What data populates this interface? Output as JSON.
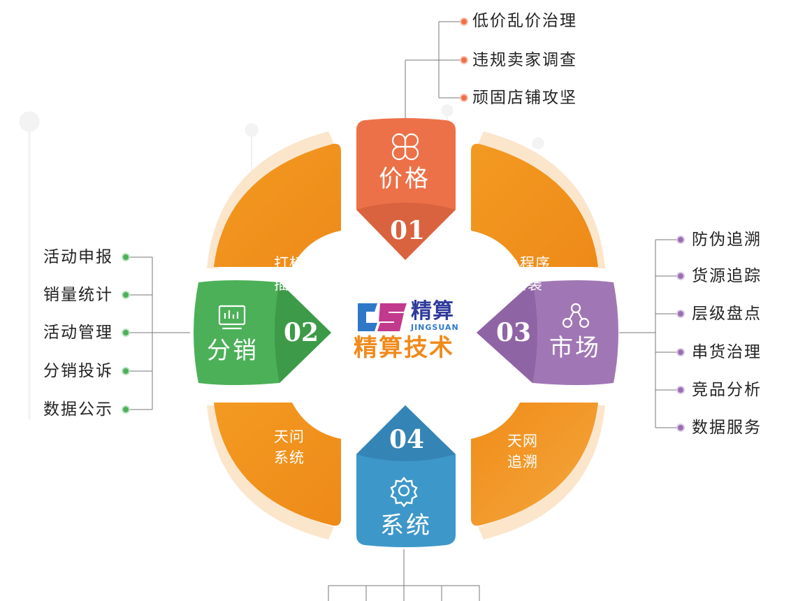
{
  "brand": {
    "logo_text": "精算",
    "logo_sub": "JINGSUAN",
    "company": "精算技术"
  },
  "hubs": {
    "price": {
      "num": "01",
      "title": "价格",
      "icon": "grid-petals-icon",
      "color": "#ec7148"
    },
    "dist": {
      "num": "02",
      "title": "分销",
      "icon": "monitor-chart-icon",
      "color": "#4cb058"
    },
    "market": {
      "num": "03",
      "title": "市场",
      "icon": "share-nodes-icon",
      "color": "#a077b4"
    },
    "system": {
      "num": "04",
      "title": "系统",
      "icon": "gear-icon",
      "color": "#3e97c9"
    }
  },
  "petals": {
    "top_left": {
      "line1": "打标",
      "line2": "插件"
    },
    "top_right": {
      "line1": "小程序",
      "line2": "安装"
    },
    "bottom_left": {
      "line1": "天问",
      "line2": "系统"
    },
    "bottom_right": {
      "line1": "天网",
      "line2": "追溯"
    },
    "color": "#f2931d"
  },
  "price_items": [
    "低价乱价治理",
    "违规卖家调查",
    "顽固店铺攻坚"
  ],
  "dist_items": [
    "活动申报",
    "销量统计",
    "活动管理",
    "分销投诉",
    "数据公示"
  ],
  "market_items": [
    "防伪追溯",
    "货源追踪",
    "层级盘点",
    "串货治理",
    "竞品分析",
    "数据服务"
  ]
}
